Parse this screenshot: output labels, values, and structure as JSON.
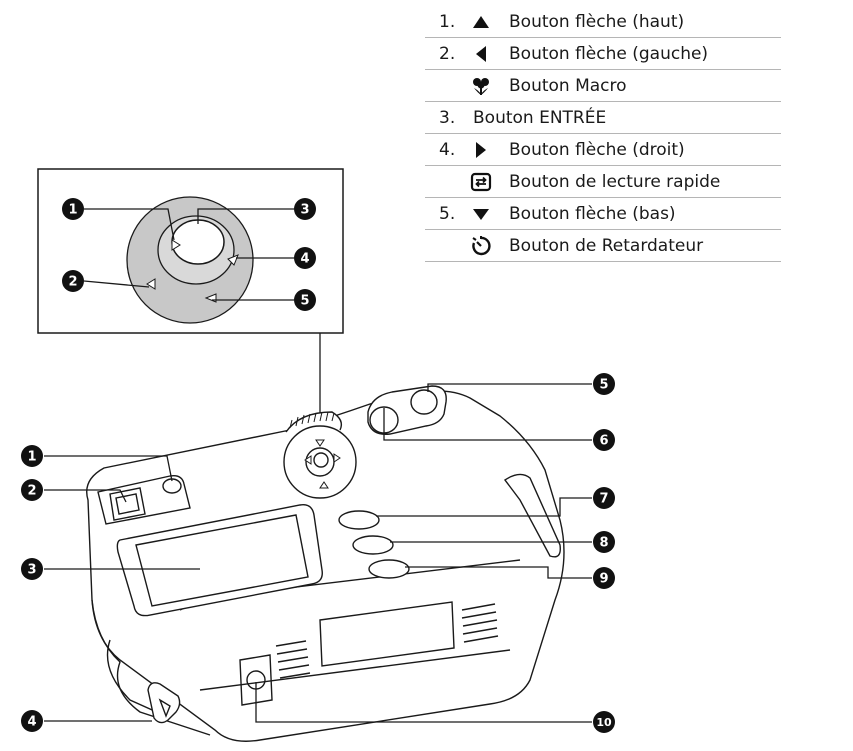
{
  "legend": {
    "rows": [
      {
        "num": "1.",
        "icon": "arrow-up-icon",
        "label": "Bouton flèche (haut)"
      },
      {
        "num": "2.",
        "icon": "arrow-left-icon",
        "label": "Bouton flèche (gauche)"
      },
      {
        "num": "",
        "icon": "macro-flower-icon",
        "label": "Bouton Macro"
      },
      {
        "num": "3.",
        "icon": "",
        "label": "Bouton ENTRÉE"
      },
      {
        "num": "4.",
        "icon": "arrow-right-icon",
        "label": "Bouton flèche (droit)"
      },
      {
        "num": "",
        "icon": "quick-review-icon",
        "label": "Bouton de lecture rapide"
      },
      {
        "num": "5.",
        "icon": "arrow-down-icon",
        "label": "Bouton flèche (bas)"
      },
      {
        "num": "",
        "icon": "self-timer-icon",
        "label": "Bouton de Retardateur"
      }
    ]
  },
  "callouts": {
    "inset": [
      "1",
      "2",
      "3",
      "4",
      "5"
    ],
    "camera_left": [
      "1",
      "2",
      "3",
      "4"
    ],
    "camera_right": [
      "5",
      "6",
      "7",
      "8",
      "9",
      "10"
    ]
  },
  "colors": {
    "outline": "#1a1a1a",
    "dial_fill": "#c8c8c8",
    "callout_fill": "#111111"
  }
}
